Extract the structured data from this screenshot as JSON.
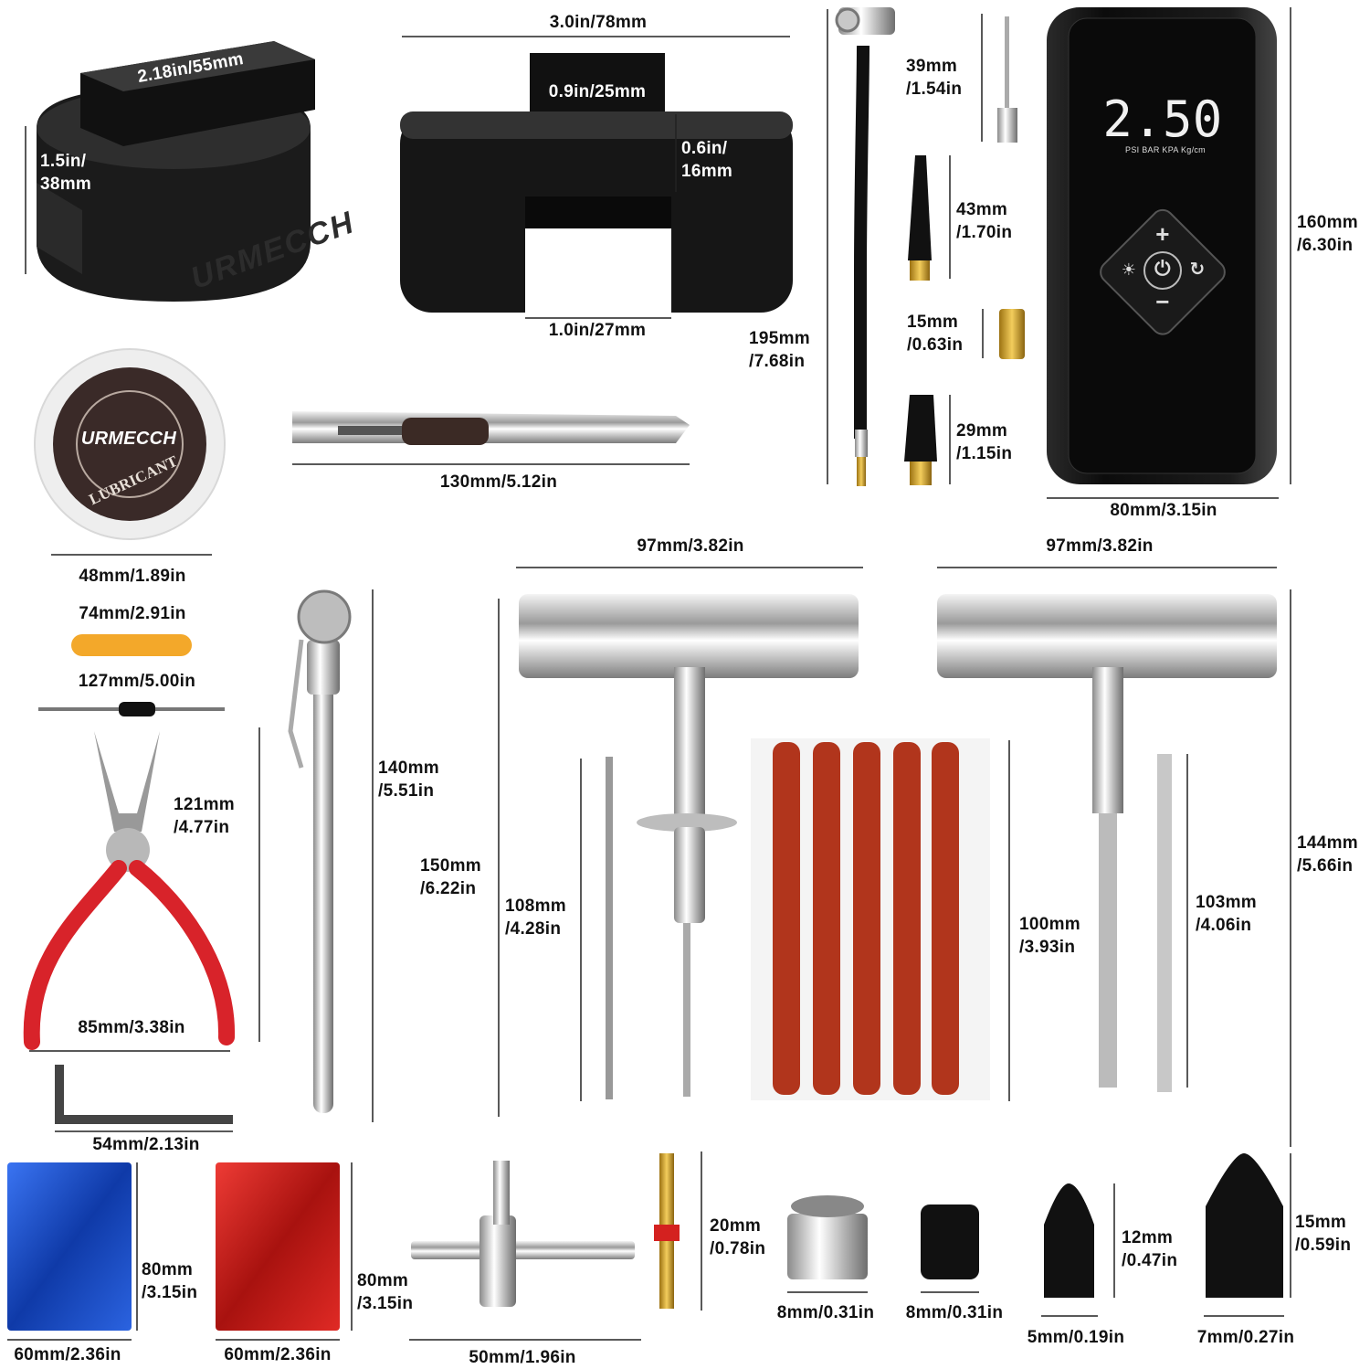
{
  "colors": {
    "plug": "#b1351c",
    "blueBag": "#1f52c8",
    "redBag": "#d4211f",
    "pliers": "#d8232a",
    "inflator": "#151515",
    "display": "#e8e8e8"
  },
  "jackpad_small": {
    "top": "2.18in/55mm",
    "height_a": "1.5in/",
    "height_b": "38mm",
    "brand": "URMECCH"
  },
  "jackpad_front": {
    "width": "3.0in/78mm",
    "slot": "0.9in/25mm",
    "depth_a": "0.6in/",
    "depth_b": "16mm",
    "bottom": "1.0in/27mm"
  },
  "hose": {
    "length_a": "195mm",
    "length_b": "/7.68in"
  },
  "needle": {
    "a": "39mm",
    "b": "/1.54in"
  },
  "nozzle_long": {
    "a": "43mm",
    "b": "/1.70in"
  },
  "adapter": {
    "a": "15mm",
    "b": "/0.63in"
  },
  "nozzle_short": {
    "a": "29mm",
    "b": "/1.15in"
  },
  "inflator": {
    "height_a": "160mm",
    "height_b": "/6.30in",
    "width": "80mm/3.15in",
    "reading": "2.50",
    "units": "PSI BAR KPA Kg/cm"
  },
  "lubricant": {
    "brand": "URMECCH",
    "label": "LUBRICANT",
    "width": "48mm/1.89in"
  },
  "knife": {
    "length": "130mm/5.12in"
  },
  "screwdriver_short": {
    "length": "74mm/2.91in"
  },
  "screwdriver_long": {
    "length": "127mm/5.00in"
  },
  "pliers": {
    "height_a": "121mm",
    "height_b": "/4.77in",
    "width": "85mm/3.38in"
  },
  "gauge": {
    "length_a": "140mm",
    "length_b": "/5.51in"
  },
  "hex_key": {
    "length": "54mm/2.13in"
  },
  "insert_tool": {
    "width": "97mm/3.82in",
    "height_a": "150mm",
    "height_b": "/6.22in"
  },
  "spare_needle": {
    "a": "108mm",
    "b": "/4.28in"
  },
  "plugs": {
    "a": "100mm",
    "b": "/3.93in"
  },
  "reamer_tool": {
    "width": "97mm/3.82in",
    "height_a": "144mm",
    "height_b": "/5.66in"
  },
  "reamer_spare": {
    "a": "103mm",
    "b": "/4.06in"
  },
  "blue_bag": {
    "height_a": "80mm",
    "height_b": "/3.15in",
    "width": "60mm/2.36in"
  },
  "red_bag": {
    "height_a": "80mm",
    "height_b": "/3.15in",
    "width": "60mm/2.36in"
  },
  "valve_tool": {
    "width": "50mm/1.96in"
  },
  "valve_core": {
    "a": "20mm",
    "b": "/0.78in"
  },
  "nut": {
    "width": "8mm/0.31in"
  },
  "cap": {
    "width": "8mm/0.31in"
  },
  "nail_small": {
    "height_a": "12mm",
    "height_b": "/0.47in",
    "width": "5mm/0.19in"
  },
  "nail_large": {
    "height_a": "15mm",
    "height_b": "/0.59in",
    "width": "7mm/0.27in"
  }
}
